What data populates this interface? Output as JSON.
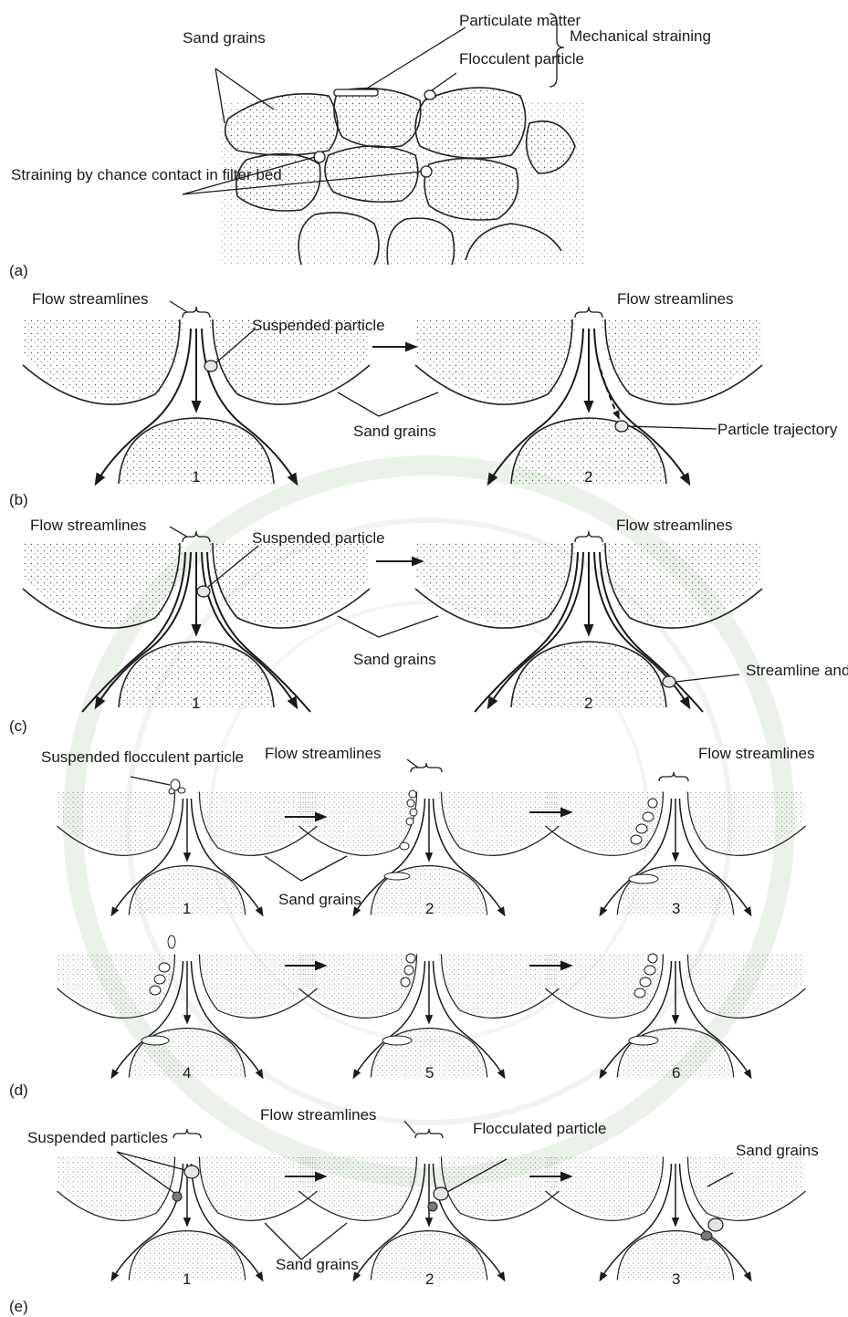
{
  "colors": {
    "ink": "#1a1a1a",
    "watermark": "#dbe8d9",
    "particle_fill": "#e6e6e6",
    "particle_dark": "#7a7a7a"
  },
  "panel_a": {
    "panel_label": "(a)",
    "sand_grains": "Sand grains",
    "particulate_matter": "Particulate matter",
    "flocculent_particle": "Flocculent particle",
    "mechanical_straining": "Mechanical straining",
    "chance_contact": "Straining by chance contact in filter bed"
  },
  "panel_b": {
    "panel_label": "(b)",
    "flow_streamlines_1": "Flow streamlines",
    "flow_streamlines_2": "Flow streamlines",
    "suspended_particle": "Suspended particle",
    "sand_grains": "Sand grains",
    "particle_trajectory": "Particle trajectory",
    "step_1": "1",
    "step_2": "2"
  },
  "panel_c": {
    "panel_label": "(c)",
    "flow_streamlines_1": "Flow streamlines",
    "flow_streamlines_2": "Flow streamlines",
    "suspended_particle": "Suspended particle",
    "sand_grains": "Sand grains",
    "streamline_particle_trajectory": "Streamline and particle trajectory",
    "step_1": "1",
    "step_2": "2"
  },
  "panel_d": {
    "panel_label": "(d)",
    "suspended_flocculent_particle": "Suspended flocculent particle",
    "flow_streamlines_1": "Flow streamlines",
    "flow_streamlines_2": "Flow streamlines",
    "sand_grains": "Sand grains",
    "steps": [
      "1",
      "2",
      "3",
      "4",
      "5",
      "6"
    ]
  },
  "panel_e": {
    "panel_label": "(e)",
    "suspended_particles": "Suspended particles",
    "flow_streamlines": "Flow streamlines",
    "flocculated_particle": "Flocculated particle",
    "sand_grains_1": "Sand grains",
    "sand_grains_2": "Sand grains",
    "steps": [
      "1",
      "2",
      "3"
    ]
  }
}
